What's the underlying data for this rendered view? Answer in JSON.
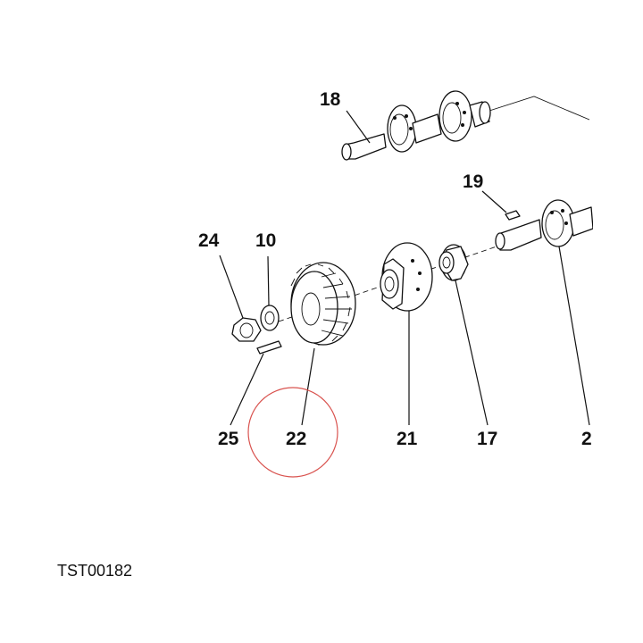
{
  "callouts": {
    "c18": "18",
    "c19": "19",
    "c24": "24",
    "c10": "10",
    "c25": "25",
    "c22": "22",
    "c21": "21",
    "c17": "17",
    "c2": "2"
  },
  "figure_ref": "TST00182",
  "highlight": {
    "target": "22",
    "color": "#d9534f"
  },
  "colors": {
    "line": "#111111",
    "background": "#ffffff"
  }
}
